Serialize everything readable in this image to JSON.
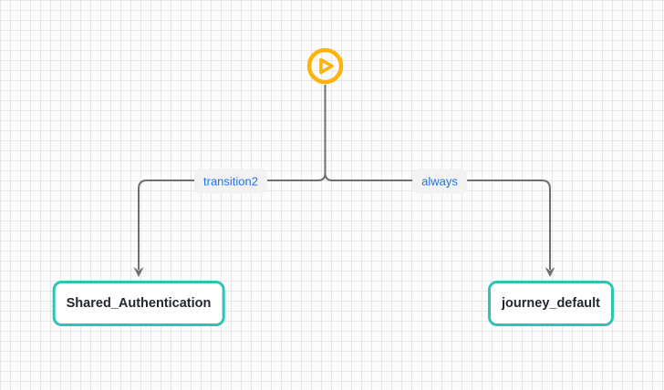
{
  "diagram": {
    "type": "journey-flow",
    "start": {
      "name": "start",
      "icon": "play-icon"
    },
    "edges": [
      {
        "label": "transition2",
        "from": "start",
        "to": "Shared_Authentication"
      },
      {
        "label": "always",
        "from": "start",
        "to": "journey_default"
      }
    ],
    "nodes": [
      {
        "label": "Shared_Authentication"
      },
      {
        "label": "journey_default"
      }
    ]
  },
  "colors": {
    "start_icon": "#FFB30A",
    "node_border": "#2EC4B3",
    "edge_line": "#6F6F6F",
    "edge_label_text": "#1E73E8",
    "edge_label_bg": "#F2F2F3",
    "node_text": "#23282E",
    "grid_line": "#E6E6E6",
    "canvas_bg": "#FCFCFC"
  }
}
